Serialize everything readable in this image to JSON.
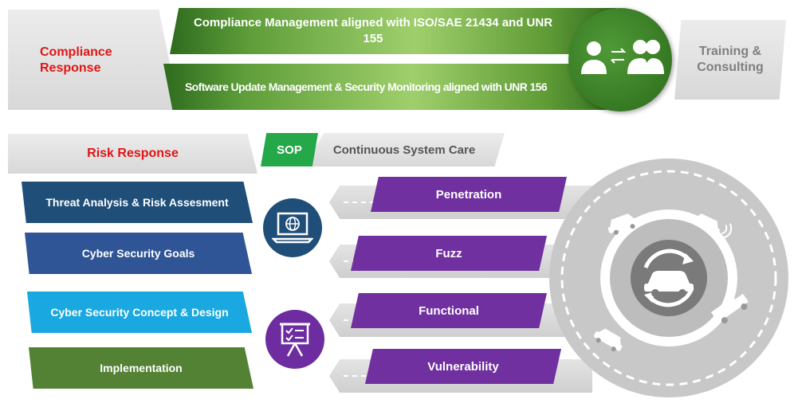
{
  "compliance": {
    "label": "Compliance\nResponse",
    "band_top": "Compliance Management aligned with ISO/SAE 21434 and UNR 155",
    "band_bottom": "Software Update Management & Security Monitoring aligned with UNR 156",
    "training": "Training &\nConsulting",
    "icon": "people-exchange-icon"
  },
  "risk": {
    "label": "Risk Response",
    "steps": [
      {
        "label": "Threat Analysis & Risk Assesment",
        "color": "#1f4e79"
      },
      {
        "label": "Cyber Security Goals",
        "color": "#2f5597"
      },
      {
        "label": "Cyber Security Concept & Design",
        "color": "#1aa8e0"
      },
      {
        "label": "Implementation",
        "color": "#548235"
      }
    ],
    "icons": [
      "laptop-globe-icon",
      "presentation-board-icon"
    ]
  },
  "sop": {
    "label": "SOP",
    "care_label": "Continuous System Care"
  },
  "tests": [
    {
      "label": "Penetration"
    },
    {
      "label": "Fuzz"
    },
    {
      "label": "Functional"
    },
    {
      "label": "Vulnerability"
    }
  ],
  "cycle": {
    "center_icon": "car-refresh-icon",
    "ring_icons": [
      "connected-car-icon",
      "wireless-car-icon",
      "tow-truck-icon",
      "crashed-car-icon"
    ]
  },
  "colors": {
    "red_text": "#e01515",
    "green": "#3a7d26",
    "purple": "#7030a0",
    "sop_green": "#24a84a"
  }
}
